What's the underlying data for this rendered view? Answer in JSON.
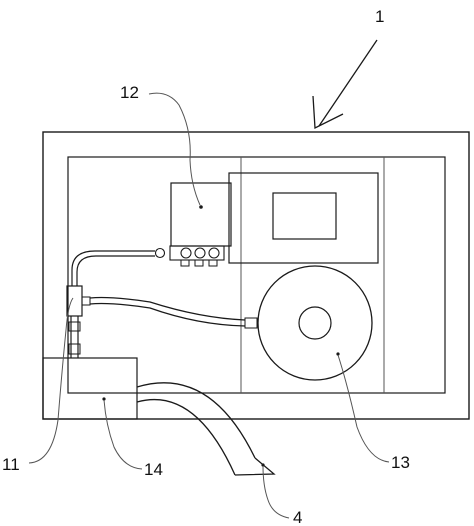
{
  "labels": {
    "assembly": "1",
    "reference_4": "4",
    "reference_11": "11",
    "reference_12": "12",
    "reference_13": "13",
    "reference_14": "14"
  }
}
